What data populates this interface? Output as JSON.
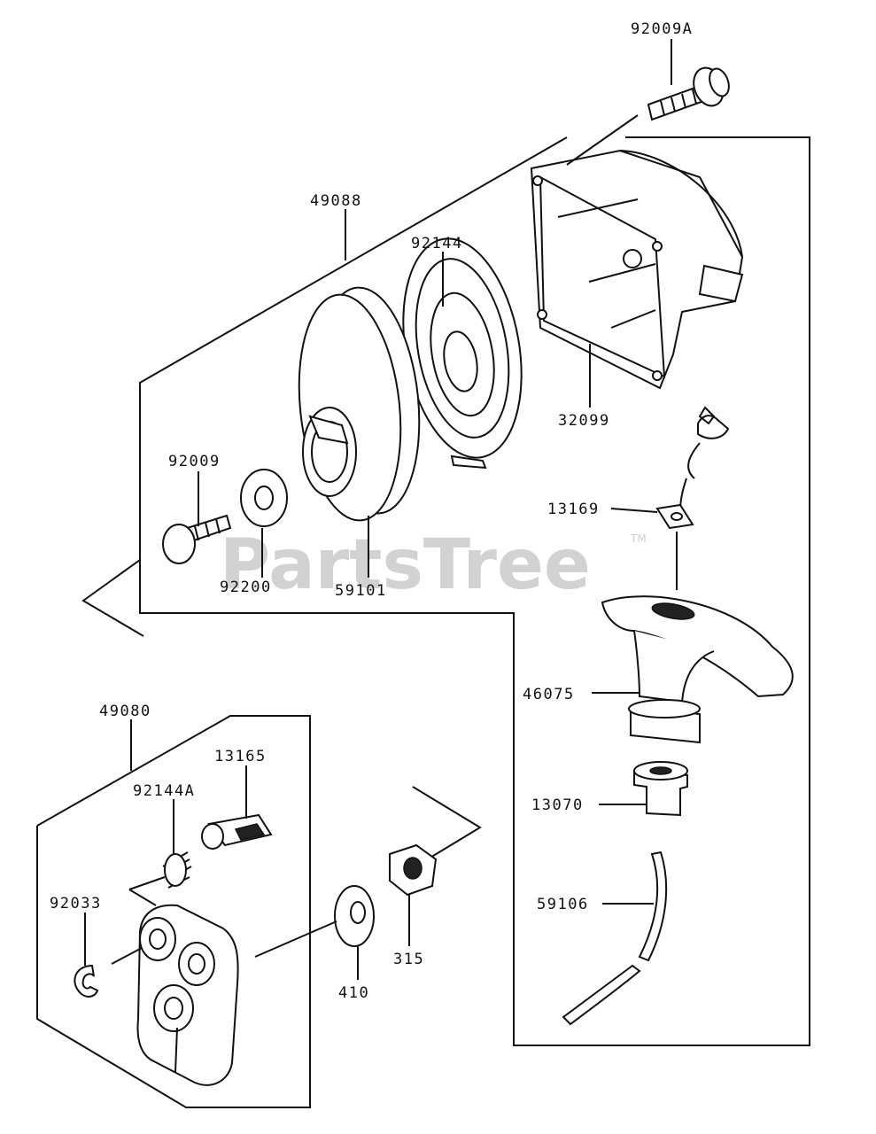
{
  "watermark": {
    "text": "PartsTree",
    "tm": "TM"
  },
  "labels": {
    "p92009A": "92009A",
    "p49088": "49088",
    "p92144": "92144",
    "p32099": "32099",
    "p92009": "92009",
    "p13169": "13169",
    "p92200": "92200",
    "p59101": "59101",
    "p46075": "46075",
    "p49080": "49080",
    "p13165": "13165",
    "p92144A": "92144A",
    "p13070": "13070",
    "p92033": "92033",
    "p59106": "59106",
    "p315": "315",
    "p410": "410"
  }
}
